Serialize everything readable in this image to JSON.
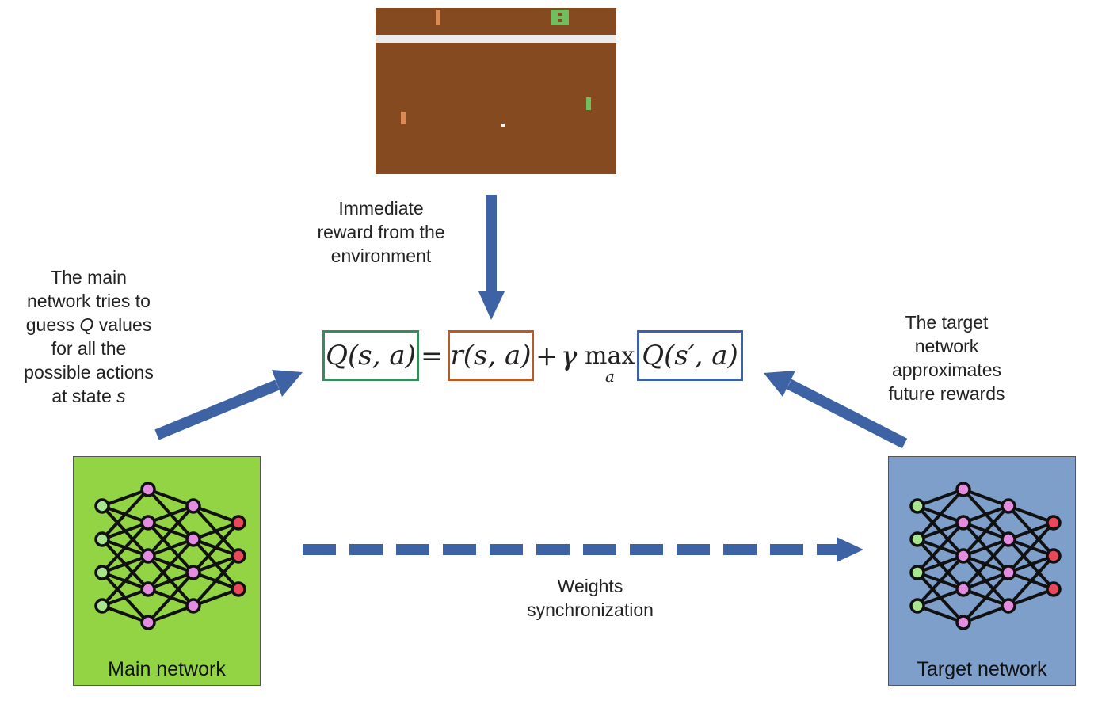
{
  "labels": {
    "immediate_reward": [
      "Immediate",
      "reward from the",
      "environment"
    ],
    "main_network_note": [
      "The main",
      "network tries to",
      "guess {Q} values",
      "for all the",
      "possible actions",
      "at state {s}"
    ],
    "target_network_note": [
      "The target",
      "network",
      "approximates",
      "future rewards"
    ],
    "weights_sync": [
      "Weights",
      "synchronization"
    ]
  },
  "equation": {
    "lhs": "Q(s, a)",
    "equals": "=",
    "reward": "r(s, a)",
    "plus": "+",
    "gamma": "γ",
    "max": "max",
    "max_sub": "a",
    "future": "Q(s′, a)"
  },
  "panels": {
    "main": {
      "caption": "Main network",
      "color": "#93d444"
    },
    "target": {
      "caption": "Target network",
      "color": "#7f9fcb"
    }
  },
  "colors": {
    "arrow": "#3e63a5",
    "box_lhs": "#3b8a5e",
    "box_reward": "#b75a25",
    "box_future": "#3d61a2",
    "game_bg": "#864a21",
    "node_input": "#a9e58f",
    "node_hidden": "#e48ce0",
    "node_output": "#e8485a"
  },
  "game": {
    "scene": "atari-pong-screen"
  }
}
